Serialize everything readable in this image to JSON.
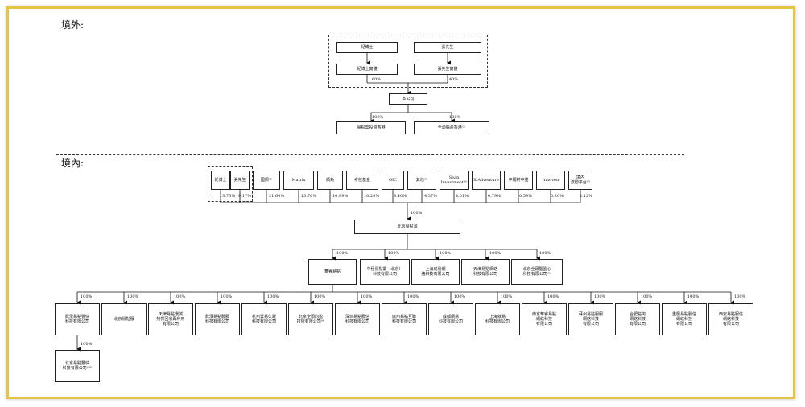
{
  "headings": {
    "overseas": "境外:",
    "domestic": "境內:"
  },
  "overseas": {
    "founders": [
      "紀博士",
      "張先生"
    ],
    "holdcos": [
      "紀博士實體",
      "張先生實體"
    ],
    "holdco_pcts": [
      "60%",
      "40%"
    ],
    "company": "本公司",
    "subs": [
      "易點雲投資香港",
      "全頭腦盈香港⁽³⁾"
    ],
    "sub_pcts": [
      "100%",
      "100%"
    ]
  },
  "domestic": {
    "shareholders": [
      {
        "name": "紀博士",
        "pct": "13.75%"
      },
      {
        "name": "張先生",
        "pct": "9.17%"
      },
      {
        "name": "國調⁽⁴⁾",
        "pct": "21.64%"
      },
      {
        "name": "Matrix",
        "pct": "13.76%"
      },
      {
        "name": "順為",
        "pct": "10.99%"
      },
      {
        "name": "考拉基金",
        "pct": "10.29%"
      },
      {
        "name": "GIC",
        "pct": "8.40%"
      },
      {
        "name": "其他⁽⁵⁾",
        "pct": "4.37%"
      },
      {
        "name": "Sean\nInvestment⁽⁶⁾",
        "pct": "4.01%"
      },
      {
        "name": "X Adventure",
        "pct": "0.79%"
      },
      {
        "name": "中關村中諾",
        "pct": "0.59%"
      },
      {
        "name": "Innoven",
        "pct": "0.20%"
      },
      {
        "name": "境內\n激勵平台⁽⁷⁾",
        "pct": "2.12%"
      }
    ],
    "top_pct": "100%",
    "opco": "北京易點淘",
    "level2": [
      {
        "name": "華睿易點",
        "pct": "100%"
      },
      {
        "name": "中租易點雲（北京）\n科技有限公司",
        "pct": "100%"
      },
      {
        "name": "上海成易網\n絡科技有限公司",
        "pct": "100%"
      },
      {
        "name": "天津易點網絡\n科技有限公司",
        "pct": "100%"
      },
      {
        "name": "北京全頭腦盈心\n科技有限公司⁽⁸⁾",
        "pct": "100%"
      }
    ],
    "level3": [
      {
        "name": "武漢易點豐快\n科技有限公司",
        "pct": "100%"
      },
      {
        "name": "北京易點服",
        "pct": "100%"
      },
      {
        "name": "天津易點環誠\n物貿回收再利用\n有限公司",
        "pct": "100%"
      },
      {
        "name": "武漢易點服服\n科技有限公司",
        "pct": "100%"
      },
      {
        "name": "杭州雲易久躍\n科技有限公司",
        "pct": "100%"
      },
      {
        "name": "北京全頭向盈\n技術有限公司⁽⁹⁾",
        "pct": "100%"
      },
      {
        "name": "深圳易點服信\n科技有限公司",
        "pct": "100%"
      },
      {
        "name": "廣州易點互聯\n科技有限公司",
        "pct": "100%"
      },
      {
        "name": "成都網易\n科技有限公司",
        "pct": "100%"
      },
      {
        "name": "上海就易\n科技有限公司",
        "pct": "100%"
      },
      {
        "name": "南京華睿易點\n網絡科技\n有限公司",
        "pct": "100%"
      },
      {
        "name": "蘇州易點服服\n網絡科技\n有限公司",
        "pct": "100%"
      },
      {
        "name": "合肥點淘\n網絡科技\n有限公司",
        "pct": "100%"
      },
      {
        "name": "重慶易點服信\n網絡科技\n有限公司",
        "pct": "100%"
      },
      {
        "name": "西安易點服信\n網絡科技\n有限公司",
        "pct": "100%"
      }
    ],
    "level4": {
      "name": "北京易點豐快\n科技有限公司⁽¹⁰⁾",
      "pct": "100%"
    }
  }
}
